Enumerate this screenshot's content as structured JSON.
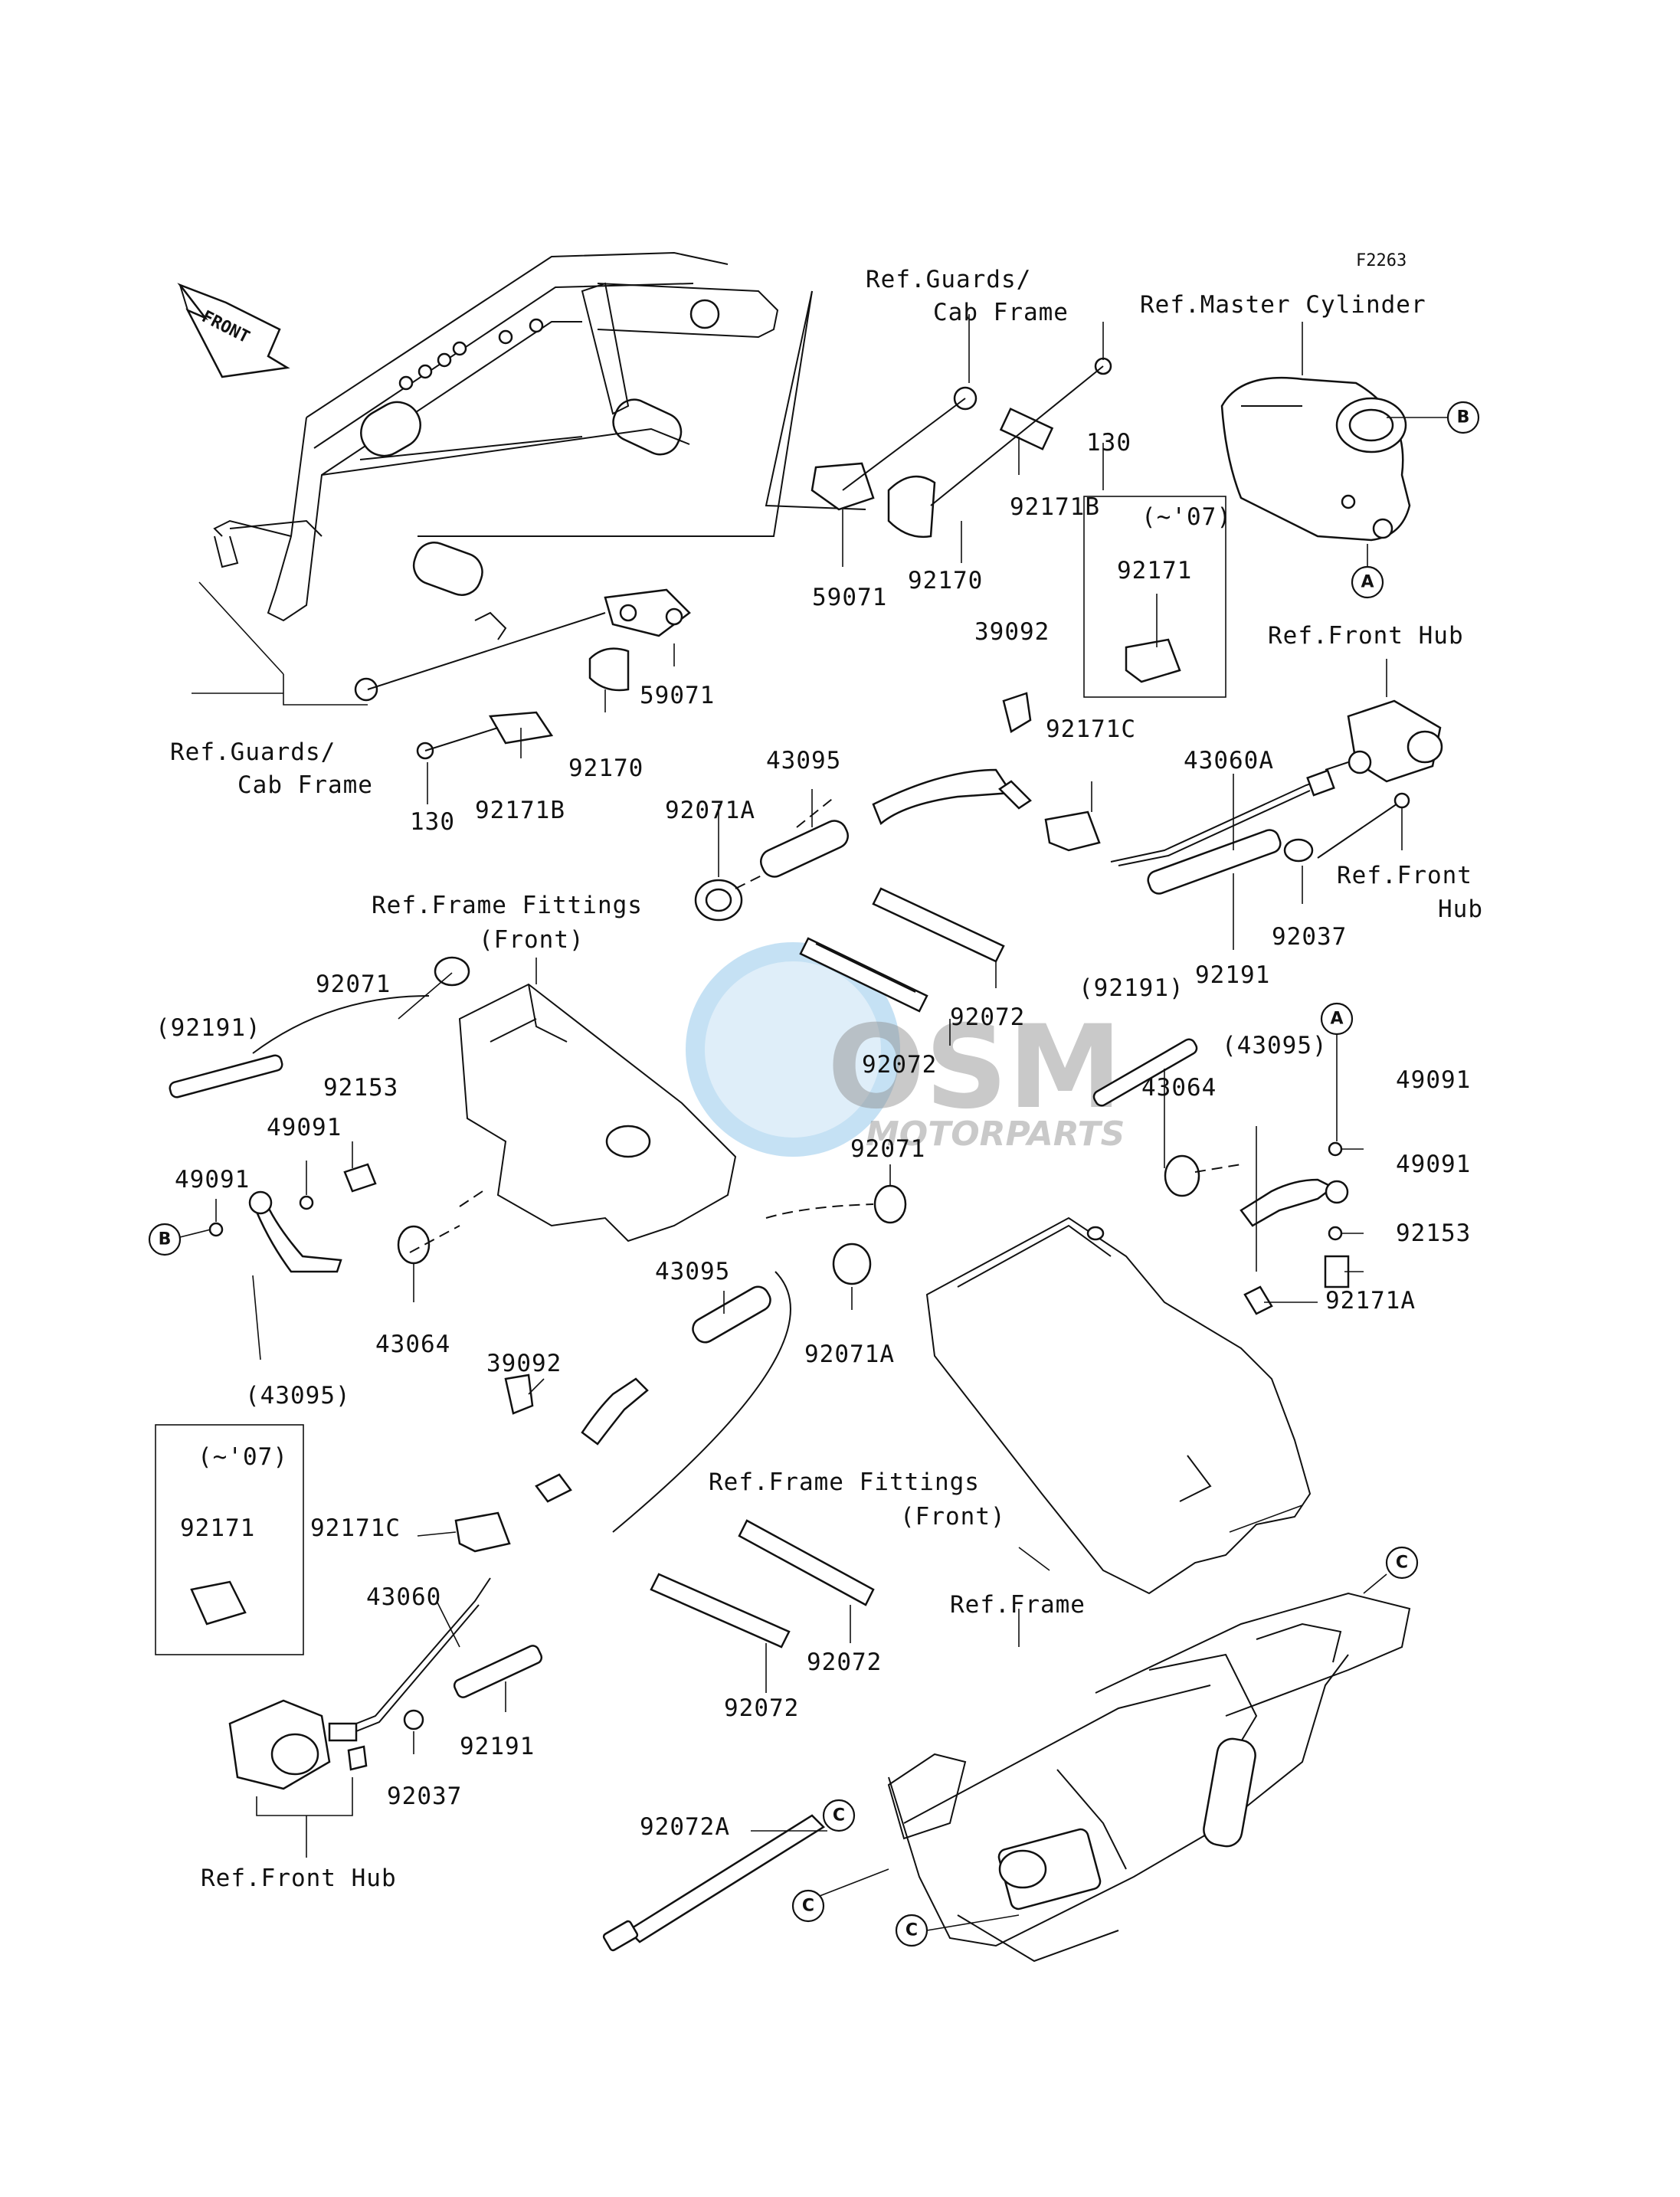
{
  "figure_code": "F2263",
  "front_arrow": "FRONT",
  "watermark": {
    "main": "OSM",
    "sub": "MOTORPARTS"
  },
  "labels": {
    "ref_guards_cab_top_1": "Ref.Guards/",
    "ref_guards_cab_top_2": "Cab Frame",
    "ref_master_cylinder": "Ref.Master Cylinder",
    "ref_guards_cab_left_1": "Ref.Guards/",
    "ref_guards_cab_left_2": "Cab Frame",
    "ref_front_hub_top": "Ref.Front Hub",
    "ref_front_hub_right_1": "Ref.Front",
    "ref_front_hub_right_2": "Hub",
    "ref_frame_fittings_top_1": "Ref.Frame Fittings",
    "ref_frame_fittings_top_2": "(Front)",
    "ref_frame_fittings_bottom_1": "Ref.Frame Fittings",
    "ref_frame_fittings_bottom_2": "(Front)",
    "ref_frame": "Ref.Frame",
    "ref_front_hub_bottom": "Ref.Front Hub",
    "variant_top": "(~'07)",
    "variant_left": "(~'07)"
  },
  "parts": {
    "p130_top": "130",
    "p92171B_top": "92171B",
    "p59071_top": "59071",
    "p92170_top": "92170",
    "p92171_box_top": "92171",
    "p39092_top": "39092",
    "p92171C_top": "92171C",
    "p43060A": "43060A",
    "p59071_left": "59071",
    "p92170_left": "92170",
    "p92171B_left": "92171B",
    "p130_left": "130",
    "p43095_top": "43095",
    "p92071A_top": "92071A",
    "p92037_right": "92037",
    "p92191_right": "92191",
    "p92072_a": "92072",
    "p92072_b": "92072",
    "p92191_paren_mid": "(92191)",
    "p43095_paren_right": "(43095)",
    "p49091_r1": "49091",
    "p43064_right": "43064",
    "p49091_r2": "49091",
    "p92153_right": "92153",
    "p92171A": "92171A",
    "p92071_top": "92071",
    "p92191_paren_left": "(92191)",
    "p92153_left": "92153",
    "p49091_l1": "49091",
    "p49091_l2": "49091",
    "p43064_left": "43064",
    "p43095_paren_left": "(43095)",
    "p92071_mid": "92071",
    "p43095_bottom": "43095",
    "p92071A_bottom": "92071A",
    "p39092_bottom": "39092",
    "p92171_box_left": "92171",
    "p92171C_bottom": "92171C",
    "p43060": "43060",
    "p92191_bottom": "92191",
    "p92037_bottom": "92037",
    "p92072_c": "92072",
    "p92072_d": "92072",
    "p92072A": "92072A"
  },
  "callouts": {
    "a": "A",
    "b": "B",
    "c": "C"
  }
}
